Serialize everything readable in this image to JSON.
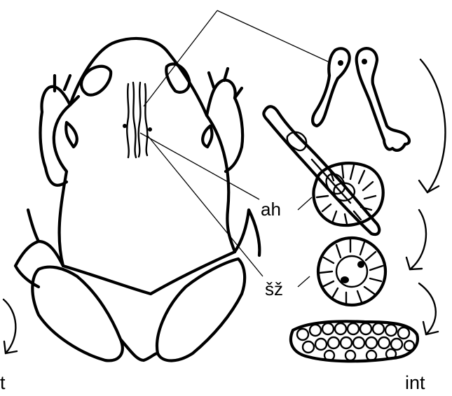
{
  "labels": {
    "ah": "ah",
    "sz": "šž",
    "int": "int",
    "left_edge": "t"
  },
  "colors": {
    "ink": "#000000",
    "background": "#ffffff"
  }
}
